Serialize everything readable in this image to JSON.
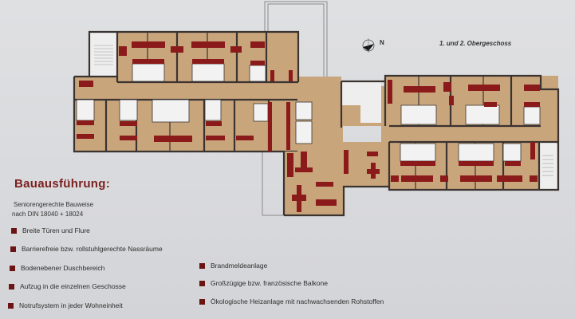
{
  "header": {
    "floor_label": "1. und 2. Obergeschoss",
    "north_letter": "N"
  },
  "legend": {
    "title": "Bauausführung:",
    "subtitle_line1": "Seniorengerechte Bauweise",
    "subtitle_line2": "nach DIN 18040 + 18024",
    "left_items": [
      {
        "label": "Breite Türen und Flure"
      },
      {
        "label": "Barrierefreie bzw. rollstuhlgerechte Nassräume"
      },
      {
        "label": "Bodenebener Duschbereich"
      },
      {
        "label": "Aufzug in die einzelnen Geschosse"
      },
      {
        "label": "Notrufsystem in jeder Wohneinheit"
      }
    ],
    "right_items": [
      {
        "label": "Brandmeldeanlage"
      },
      {
        "label": "Großzügige bzw. französische Balkone"
      },
      {
        "label": "Ökologische Heizanlage mit nachwachsenden Rohstoffen"
      }
    ]
  },
  "colors": {
    "floor": "#c9a57c",
    "wall": "#3a3330",
    "furniture": "#8b1a1a",
    "bathroom": "#f2f2f2",
    "bullet": "#6b1414",
    "title": "#7a1f1f"
  }
}
